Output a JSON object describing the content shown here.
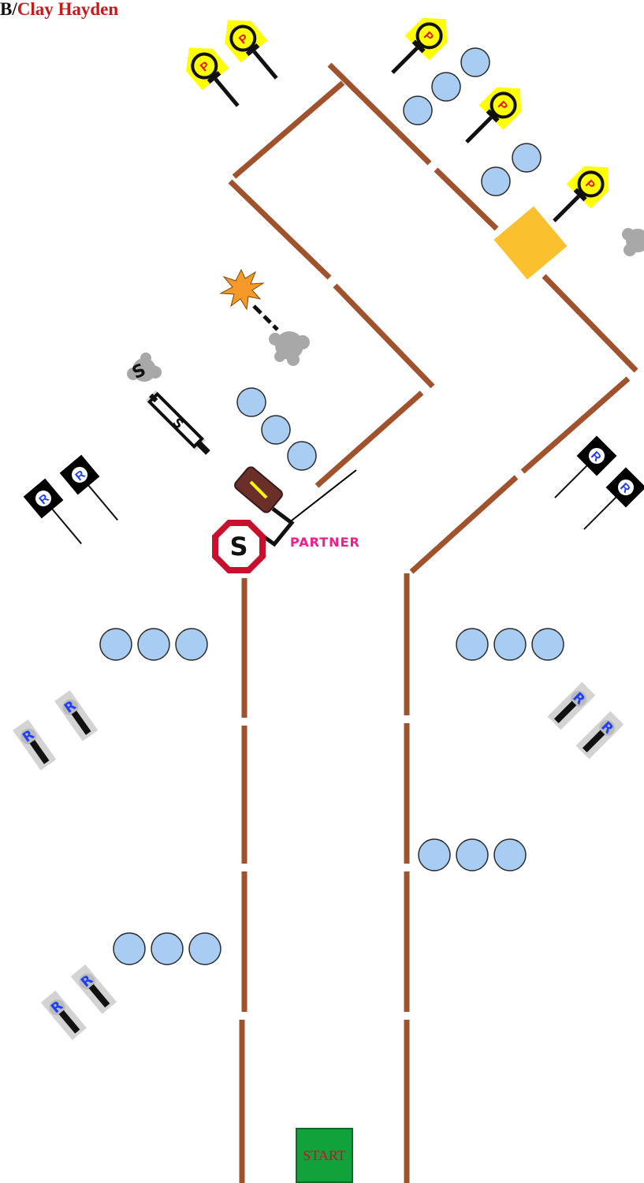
{
  "credit": {
    "prefix": "B/",
    "author": "Clay Hayden"
  },
  "labels": {
    "partner": "PARTNER",
    "start": "START",
    "stop_letter": "S",
    "shooter_letter": "S",
    "prop_letter": "P",
    "target_letter": "R"
  },
  "colors": {
    "wall": "#a0522d",
    "barrel": "#a9cdf2",
    "barrel_outline": "#2b2b2b",
    "stop_red": "#c8102e",
    "prop_yellow": "#ffff00",
    "target_blue": "#1f3fff",
    "block_orange": "#fbc02d",
    "start_green": "#12a23c",
    "partner_pink": "#f0208a",
    "shadow_gray": "#a8a8a8",
    "explosion_orange": "#f59a2a"
  }
}
